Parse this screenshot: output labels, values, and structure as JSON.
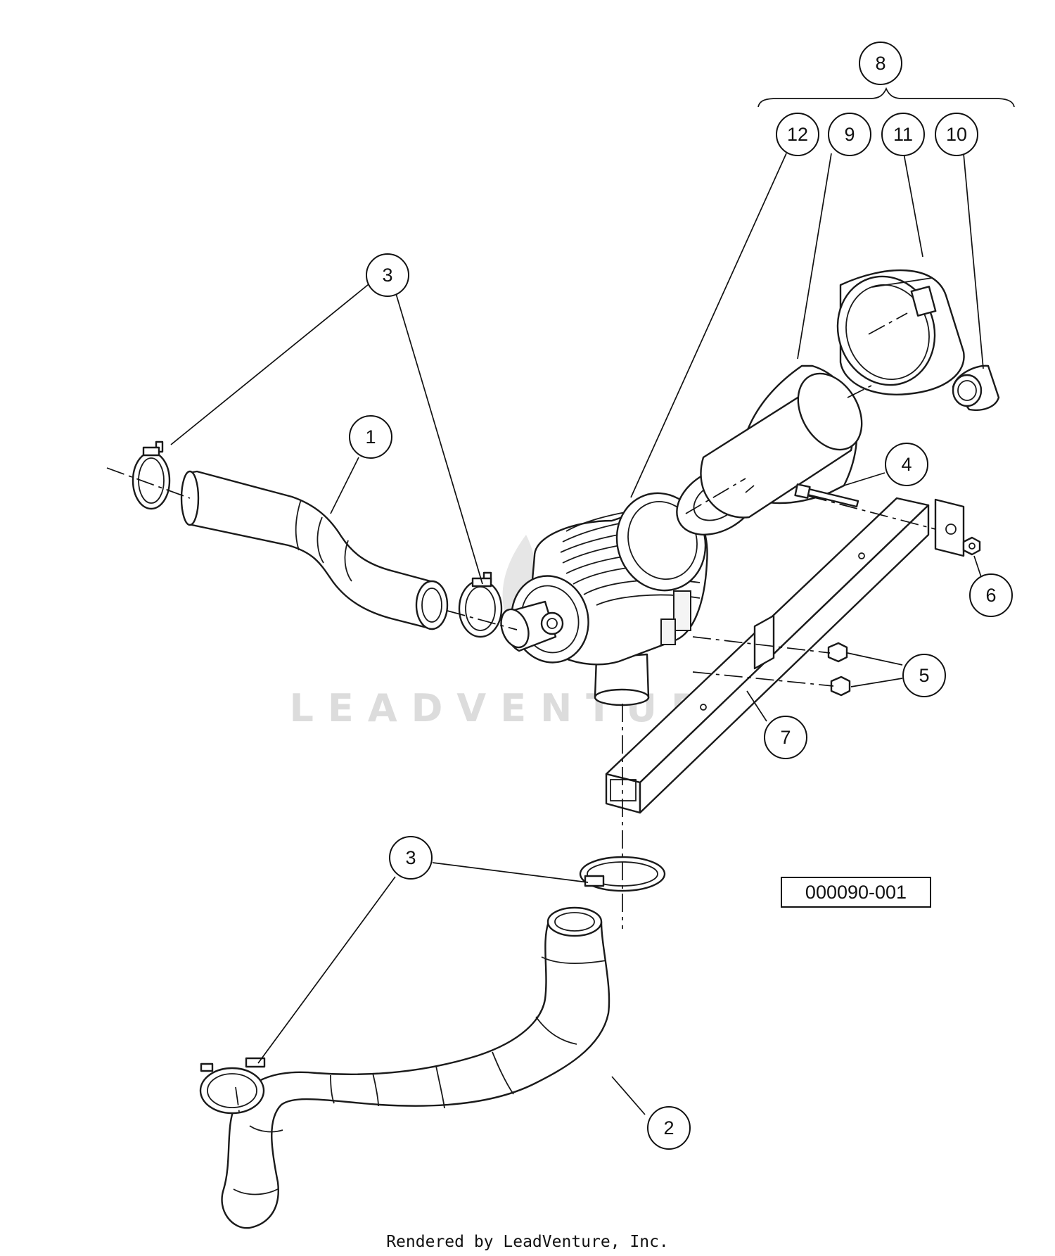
{
  "diagram": {
    "reference_code": "000090-001",
    "watermark": "LEADVENTURE",
    "footer": "Rendered by LeadVenture, Inc.",
    "callouts": [
      {
        "id": "hose-upper",
        "label": "1"
      },
      {
        "id": "hose-lower",
        "label": "2"
      },
      {
        "id": "clamp-upper",
        "label": "3"
      },
      {
        "id": "clamp-lower",
        "label": "3"
      },
      {
        "id": "bolt",
        "label": "4"
      },
      {
        "id": "screws",
        "label": "5"
      },
      {
        "id": "nut",
        "label": "6"
      },
      {
        "id": "mount-bar",
        "label": "7"
      },
      {
        "id": "filter-kit",
        "label": "8"
      },
      {
        "id": "filter-element",
        "label": "9"
      },
      {
        "id": "valve",
        "label": "10"
      },
      {
        "id": "cover",
        "label": "11"
      },
      {
        "id": "housing",
        "label": "12"
      }
    ]
  }
}
